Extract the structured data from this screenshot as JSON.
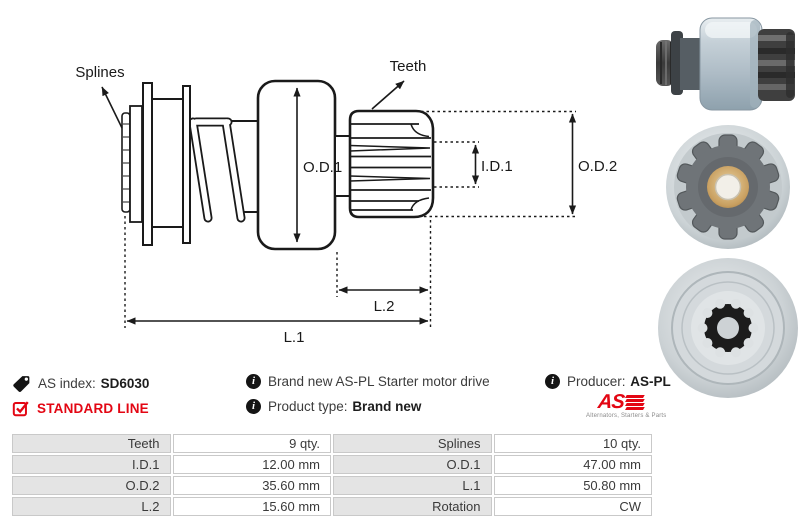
{
  "colors": {
    "accent_red": "#e30613",
    "line": "#1a1a1a",
    "table_label_bg": "#e4e4e4",
    "table_border": "#c9c9c9"
  },
  "diagram": {
    "labels": {
      "splines": "Splines",
      "teeth": "Teeth",
      "od1": "O.D.1",
      "id1": "I.D.1",
      "od2": "O.D.2",
      "l1": "L.1",
      "l2": "L.2"
    }
  },
  "info": {
    "as_index_label": "AS index:",
    "as_index_value": "SD6030",
    "standard_line": "STANDARD LINE",
    "description": "Brand new AS-PL Starter motor drive",
    "product_type_label": "Product type:",
    "product_type_value": "Brand new",
    "producer_label": "Producer:",
    "producer_value": "AS-PL",
    "logo_text": "AS",
    "logo_tagline": "Alternators, Starters & Parts"
  },
  "spec_table": {
    "rows": [
      {
        "l1": "Teeth",
        "v1": "9 qty.",
        "l2": "Splines",
        "v2": "10 qty."
      },
      {
        "l1": "I.D.1",
        "v1": "12.00 mm",
        "l2": "O.D.1",
        "v2": "47.00 mm"
      },
      {
        "l1": "O.D.2",
        "v1": "35.60 mm",
        "l2": "L.1",
        "v2": "50.80 mm"
      },
      {
        "l1": "L.2",
        "v1": "15.60 mm",
        "l2": "Rotation",
        "v2": "CW"
      }
    ]
  }
}
